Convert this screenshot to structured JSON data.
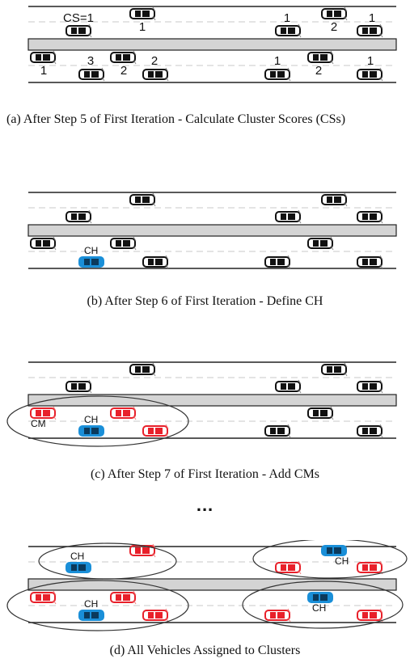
{
  "captions": {
    "a": "(a) After Step 5 of First Iteration - Calculate Cluster Scores (CSs)",
    "b": "(b) After Step 6 of First Iteration - Define CH",
    "c": "(c) After Step 7 of First Iteration - Add CMs",
    "d": "(d) All Vehicles Assigned to Clusters"
  },
  "ellipsis": "...",
  "colors": {
    "road_line": "#222222",
    "median": "#d4d4d4",
    "lane_dash": "#c8c8c8",
    "car_unassigned": "#111111",
    "car_member": "#e8202a",
    "car_head": "#1a8fd8",
    "cluster_outline": "#333333"
  },
  "panel_a": {
    "score_prefix": "CS=1",
    "scores": [
      "1",
      "1",
      "2",
      "1",
      "1",
      "3",
      "2",
      "2",
      "1",
      "2",
      "1"
    ]
  },
  "panel_b": {
    "head_label": "CH"
  },
  "panel_c": {
    "head_label": "CH",
    "member_label": "CM"
  },
  "panel_d": {
    "head_labels": [
      "CH",
      "CH",
      "CH",
      "CH"
    ]
  }
}
